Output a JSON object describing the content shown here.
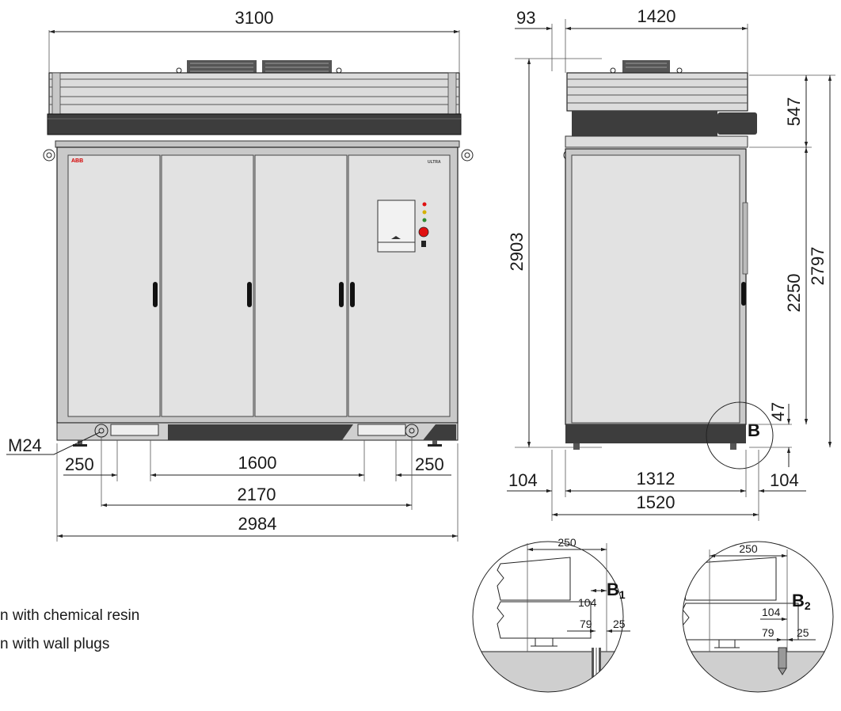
{
  "front_view": {
    "dimensions": {
      "total_width_top": "3100",
      "base_width": "2984",
      "anchor_span": "2170",
      "inner_span": "1600",
      "left_offset": "250",
      "right_offset": "250"
    },
    "bolt_label": "M24",
    "logo_text": "ABB",
    "brand_text": "ULTRA"
  },
  "side_view": {
    "dimensions": {
      "overhang": "93",
      "top_width": "1420",
      "total_height": "2903",
      "roof_height": "547",
      "cabinet_height": "2250",
      "height_to_roof": "2797",
      "plinth_height": "47",
      "left_offset": "104",
      "right_offset": "104",
      "footprint_inner": "1312",
      "footprint_total": "1520"
    },
    "detail_marker": "B"
  },
  "detail_b1": {
    "label": "B",
    "subscript": "1",
    "dims": {
      "width": "250",
      "edge": "104",
      "hole_a": "79",
      "hole_b": "25"
    }
  },
  "detail_b2": {
    "label": "B",
    "subscript": "2",
    "dims": {
      "width": "250",
      "edge": "104",
      "hole_a": "79",
      "hole_b": "25"
    }
  },
  "notes": [
    "n with chemical resin",
    "n with wall plugs"
  ],
  "colors": {
    "panel": "#d9d9d9",
    "frame": "#bfbfbf",
    "dark": "#3d3d3d",
    "ground": "#cfcfcf",
    "led_red": "#e01010",
    "led_yellow": "#d4b000",
    "led_green": "#2e8b2e"
  }
}
